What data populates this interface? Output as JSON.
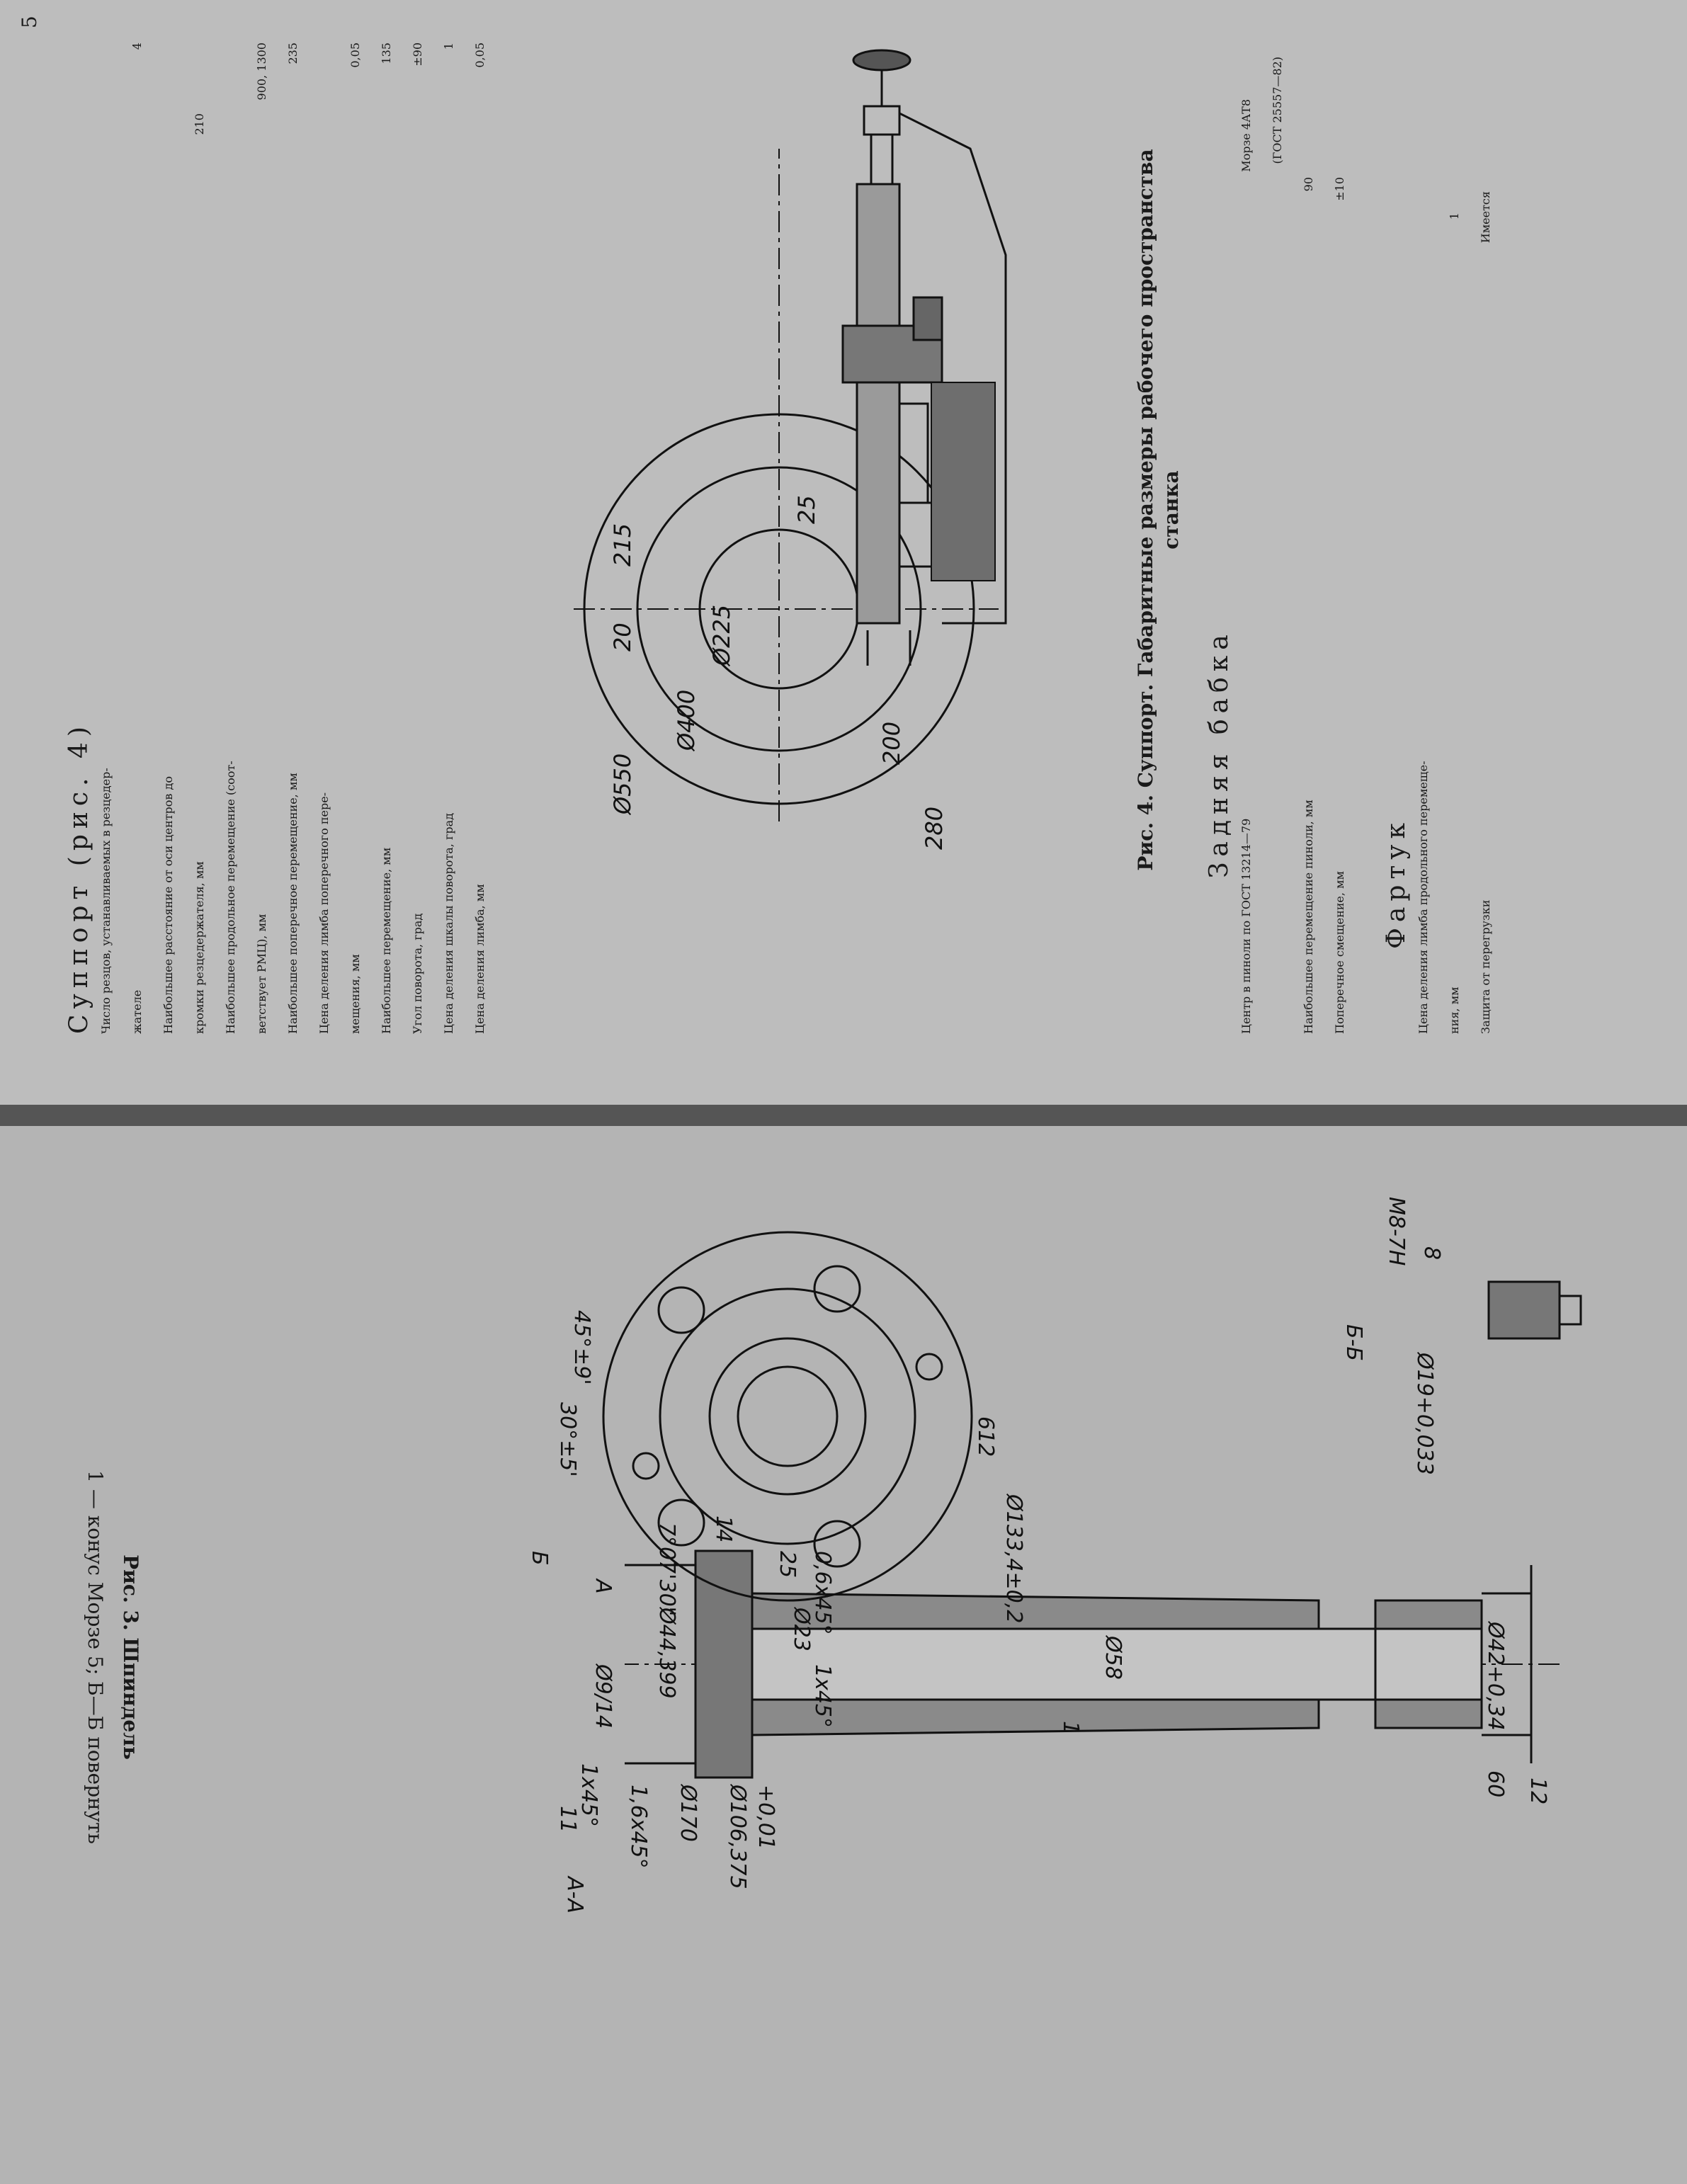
{
  "page_number": "5",
  "support": {
    "heading": "Суппорт (рис. 4)",
    "rows": [
      {
        "label": "Число резцов, устанавливаемых в резцедер-",
        "value": ""
      },
      {
        "label": "жателе",
        "value": "4"
      },
      {
        "label": "Наибольшее расстояние от оси центров до",
        "value": ""
      },
      {
        "label": "кромки резцедержателя, мм",
        "value": "210"
      },
      {
        "label": "Наибольшее продольное перемещение (соот-",
        "value": ""
      },
      {
        "label": "ветствует РМЦ), мм",
        "value": "900, 1300"
      },
      {
        "label": "Наибольшее поперечное перемещение, мм",
        "value": "235"
      },
      {
        "label": "Цена деления лимба поперечного пере-",
        "value": ""
      },
      {
        "label": "мещения, мм",
        "value": "0,05"
      },
      {
        "label": "Наибольшее перемещение, мм",
        "value": "135"
      },
      {
        "label": "Угол поворота, град",
        "value": "±90"
      },
      {
        "label": "Цена деления шкалы поворота, град",
        "value": "1"
      },
      {
        "label": "Цена деления лимба, мм",
        "value": "0,05"
      }
    ],
    "figure_caption_a": "Рис. 4. Суппорт. Габаритные размеры рабочего пространства",
    "figure_caption_b": "станка",
    "dims": {
      "d550": "Ø550",
      "d400": "Ø400",
      "d225": "Ø225",
      "d20": "20",
      "d215": "215",
      "d25": "25",
      "d200": "200",
      "d280": "280"
    }
  },
  "tailstock": {
    "heading": "Задняя бабка",
    "rows": [
      {
        "label": "Центр в пиноли по ГОСТ 13214—79",
        "value": "Морзе 4АТ8"
      },
      {
        "label": "",
        "value": "(ГОСТ 25557—82)"
      },
      {
        "label": "Наибольшее перемещение пиноли, мм",
        "value": "90"
      },
      {
        "label": "Поперечное смещение, мм",
        "value": "±10"
      }
    ]
  },
  "apron": {
    "heading": "Фартук",
    "rows": [
      {
        "label": "Цена деления лимба продольного перемеще-",
        "value": ""
      },
      {
        "label": "ния, мм",
        "value": "1"
      },
      {
        "label": "Защита от перегрузки",
        "value": "Имеется"
      }
    ]
  },
  "spindle": {
    "figure_caption": "Рис. 3. Шпиндель",
    "note": "1 — конус Морзе 5; Б—Б повернуть",
    "section_aa": "А-А",
    "section_bb": "Б-Б",
    "dims": {
      "d612": "612",
      "d25": "25",
      "d14": "14",
      "d0_6": "0,6x45°",
      "d23": "Ø23",
      "d7": "7°07'30\"",
      "d170": "Ø170",
      "d106": "Ø106,375",
      "d106tol": "+0,01",
      "d44": "Ø44,399",
      "d1x45a": "1x45°",
      "d58": "Ø58",
      "d60": "60",
      "d12": "12",
      "d42": "Ø42+0,34",
      "d1_6": "1,6x45°",
      "d9": "Ø9/14",
      "d1x45b": "1x45°",
      "d11": "11",
      "d1": "1",
      "d19": "Ø19+0,033",
      "d8": "8",
      "dM8": "M8-7H",
      "d133": "Ø133,4±0,2",
      "d45": "45°±9'",
      "d30": "30°±5'",
      "lblA": "А",
      "lblB": "Б"
    }
  }
}
